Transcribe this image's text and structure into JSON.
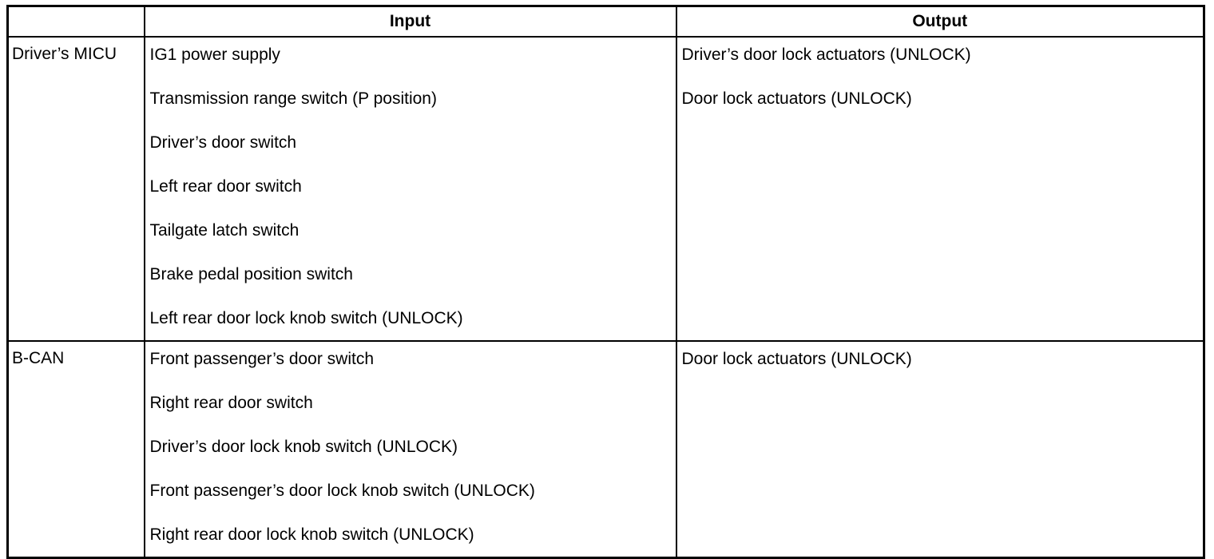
{
  "table": {
    "columns": [
      {
        "key": "source",
        "label": ""
      },
      {
        "key": "input",
        "label": "Input"
      },
      {
        "key": "output",
        "label": "Output"
      }
    ],
    "rows": [
      {
        "source": "Driver’s MICU",
        "inputs": [
          "IG1 power supply",
          "Transmission range switch (P position)",
          "Driver’s door switch",
          "Left rear door switch",
          "Tailgate latch switch",
          "Brake pedal position switch",
          "Left rear door lock knob switch (UNLOCK)"
        ],
        "outputs": [
          "Driver’s door lock actuators (UNLOCK)",
          "Door lock actuators (UNLOCK)"
        ]
      },
      {
        "source": "B-CAN",
        "inputs": [
          "Front passenger’s door switch",
          "Right rear door switch",
          "Driver’s door lock knob switch (UNLOCK)",
          "Front passenger’s door lock knob switch (UNLOCK)",
          "Right rear door lock knob switch (UNLOCK)"
        ],
        "outputs": [
          "Door lock actuators (UNLOCK)"
        ]
      }
    ]
  },
  "colors": {
    "border": "#000000",
    "text": "#000000",
    "background": "#ffffff"
  }
}
